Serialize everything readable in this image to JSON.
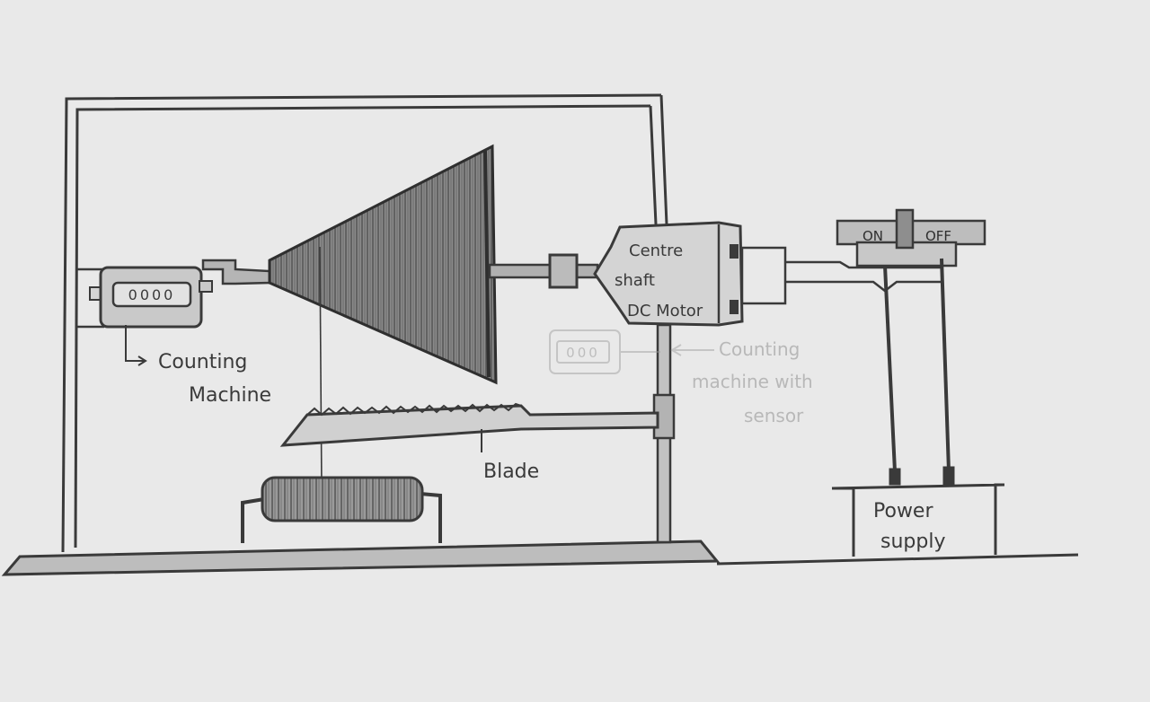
{
  "labels": {
    "counter_digits": "0000",
    "counting_machine_line1": "Counting",
    "counting_machine_line2": "Machine",
    "motor_line1": "Centre",
    "motor_line2": "shaft",
    "motor_line3": "DC Motor",
    "sensor_digits": "000",
    "sensor_line1": "Counting",
    "sensor_line2": "machine with",
    "sensor_line3": "sensor",
    "blade": "Blade",
    "switch_on": "ON",
    "switch_off": "OFF",
    "power_line1": "Power",
    "power_line2": "supply"
  },
  "colors": {
    "paper": "#e9e9e9",
    "pencil": "#3a3a3a",
    "shade": "#7a7a7a",
    "faint": "#c4c4c4"
  }
}
